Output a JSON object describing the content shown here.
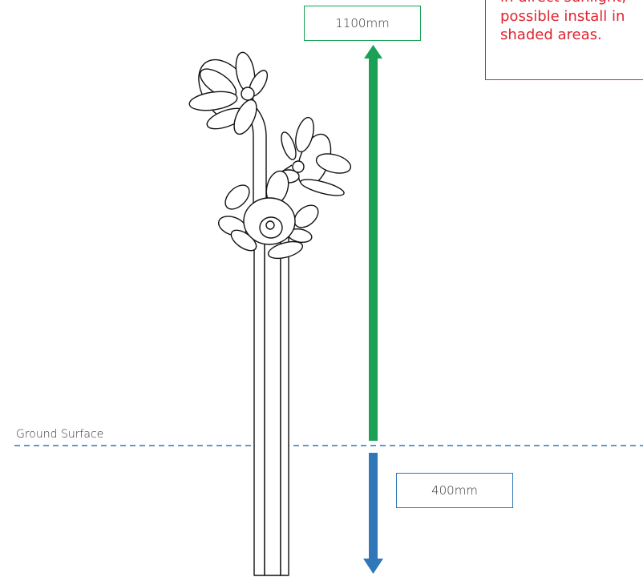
{
  "dimensions": {
    "above_ground": "1100mm",
    "below_ground": "400mm"
  },
  "ground": {
    "label": "Ground Surface"
  },
  "note": {
    "lines": [
      "in direct sunlight,",
      "possible install in",
      "shaded areas."
    ]
  },
  "colors": {
    "above_arrow": "#1aa156",
    "below_arrow": "#2f77b8",
    "ground_line": "#2f77b8",
    "note": "#e0242f",
    "drawing": "#111111"
  },
  "icons": {
    "product": "solar-flower-light-icon"
  }
}
